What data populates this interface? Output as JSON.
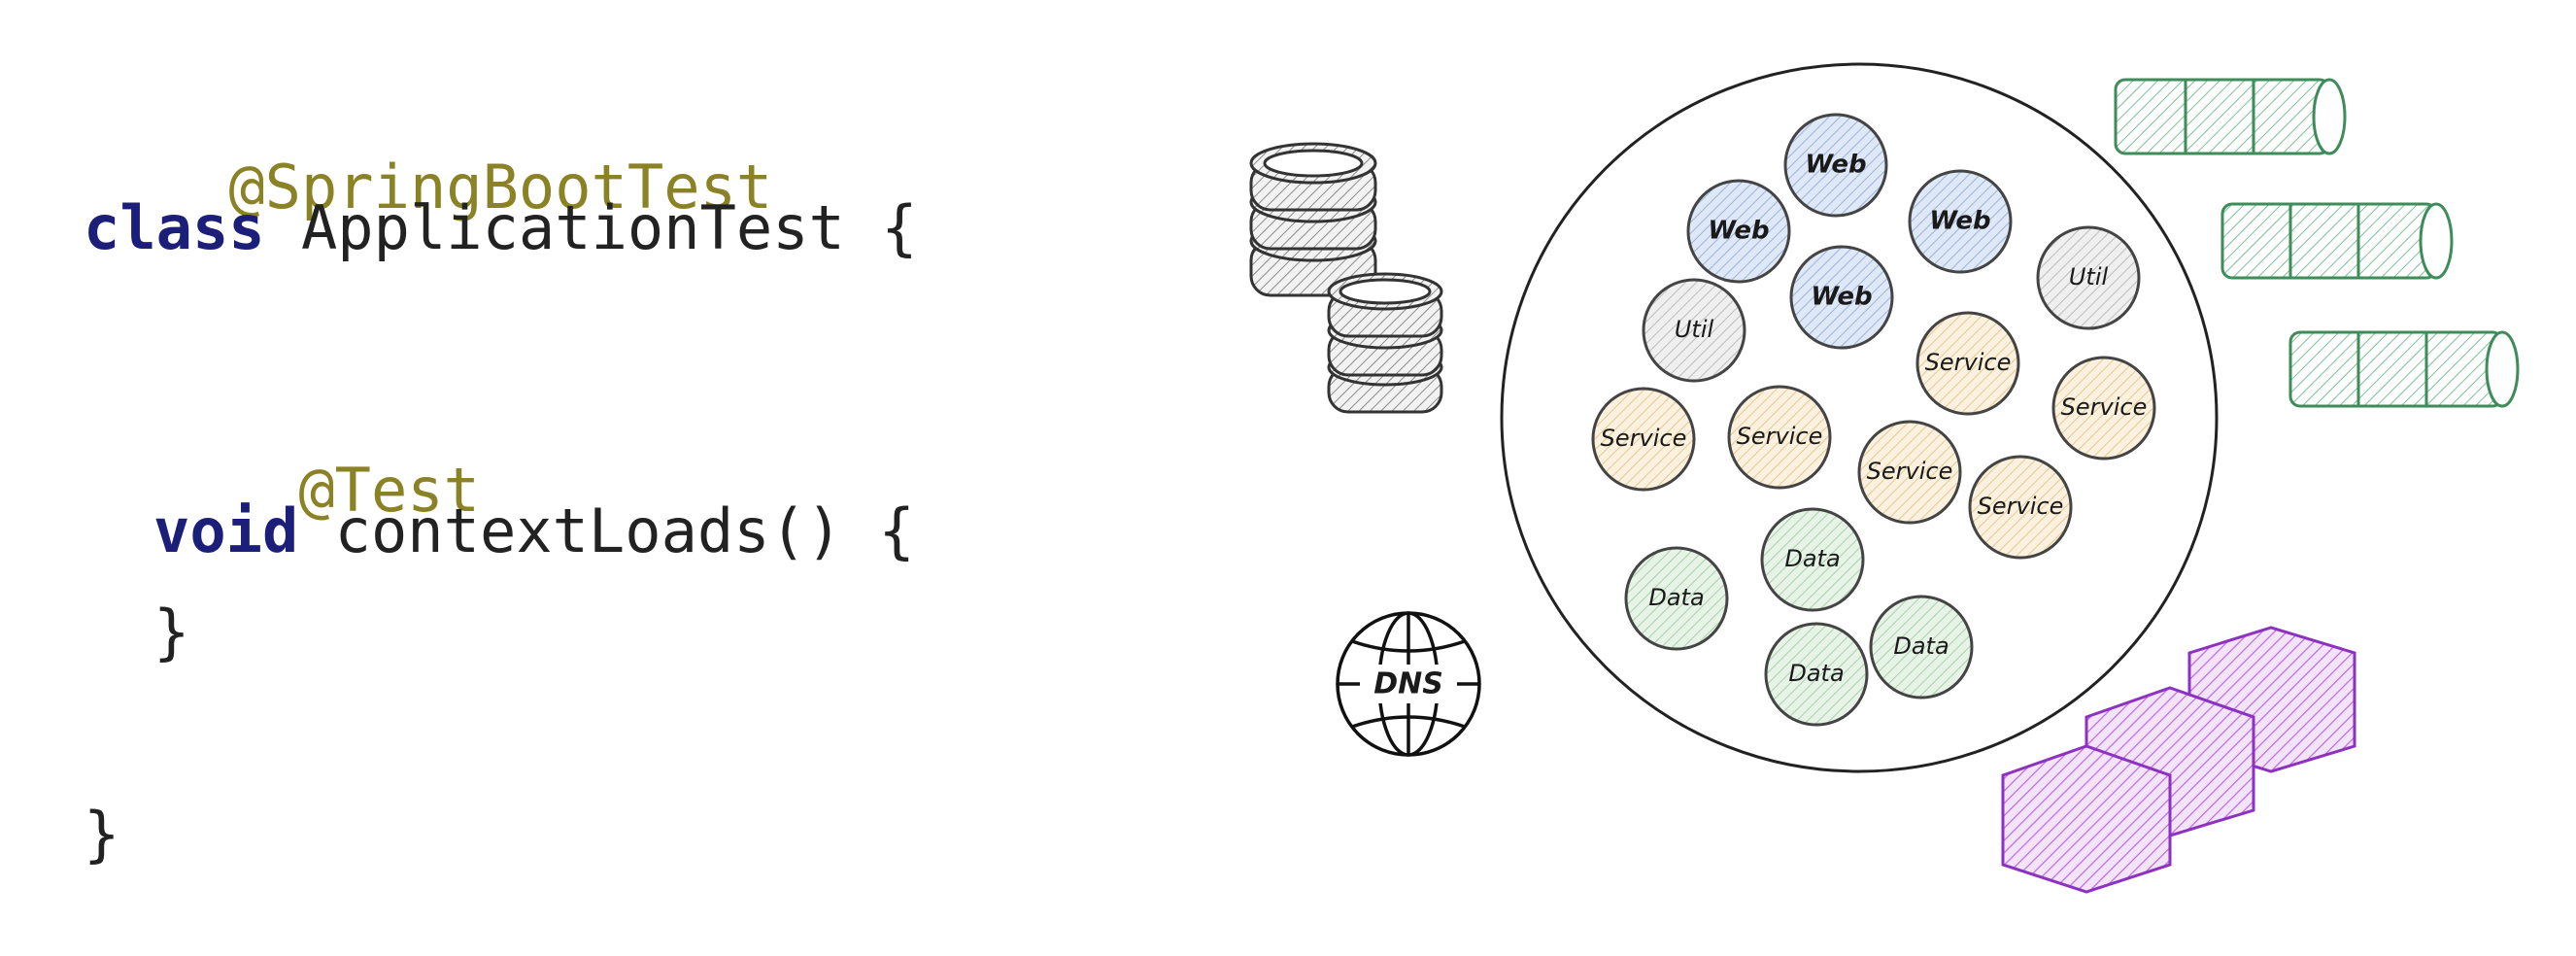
{
  "code": {
    "annotation_class": "@SpringBootTest",
    "class_keyword": "class",
    "class_decl": " ApplicationTest {",
    "annotation_method": "@Test",
    "void_keyword": "void",
    "method_decl": " contextLoads() {",
    "method_close": "}",
    "class_close": "}"
  },
  "diagram": {
    "dns_label": "DNS",
    "nodes": [
      {
        "label": "Web",
        "kind": "web"
      },
      {
        "label": "Web",
        "kind": "web"
      },
      {
        "label": "Web",
        "kind": "web"
      },
      {
        "label": "Web",
        "kind": "web"
      },
      {
        "label": "Util",
        "kind": "util"
      },
      {
        "label": "Util",
        "kind": "util"
      },
      {
        "label": "Service",
        "kind": "service"
      },
      {
        "label": "Service",
        "kind": "service"
      },
      {
        "label": "Service",
        "kind": "service"
      },
      {
        "label": "Service",
        "kind": "service"
      },
      {
        "label": "Service",
        "kind": "service"
      },
      {
        "label": "Service",
        "kind": "service"
      },
      {
        "label": "Data",
        "kind": "data"
      },
      {
        "label": "Data",
        "kind": "data"
      },
      {
        "label": "Data",
        "kind": "data"
      },
      {
        "label": "Data",
        "kind": "data"
      }
    ],
    "colors": {
      "web": "#cfdcf0",
      "util": "#e4e4e4",
      "service": "#f6e6c8",
      "data": "#d3ead3",
      "queue": "#4fa06b",
      "hexagon": "#9b3fc9",
      "database": "#555555"
    }
  }
}
